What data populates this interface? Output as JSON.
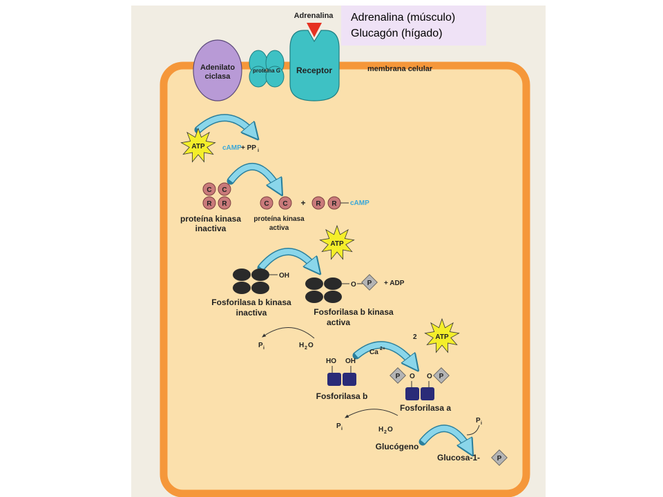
{
  "colors": {
    "membrane": "#f5973a",
    "cytoplasm": "#fbe0ac",
    "panel_background": "#f1ede3",
    "adenylate_cyclase": "#b89ad6",
    "receptor": "#3ec1c4",
    "adrenaline_marker": "#e63222",
    "arrow": "#8ad6ea",
    "pka": "#c97a7a",
    "kinase": "#2a2a2a",
    "phosphorylase": "#2a2b78",
    "atp_star": "#f4ee2a",
    "phosphate": "#b4b4b4",
    "camp_text": "#3aa7d8",
    "legend_background": "#efe2f6"
  },
  "legend": {
    "line1": "Adrenalina (músculo)",
    "line2": "Glucagón (hígado)"
  },
  "membrane_proteins": {
    "adenylate_cyclase_line1": "Adenilato",
    "adenylate_cyclase_line2": "ciclasa",
    "g_protein": "proteína G",
    "receptor": "Receptor",
    "adrenaline": "Adrenalina",
    "membrane_label": "membrana celular"
  },
  "step_camp": {
    "atp": "ATP",
    "camp": "cAMP",
    "plus_ppi": "+ PP",
    "ppi_sub": "i"
  },
  "step_pka": {
    "c": "C",
    "r": "R",
    "inactive_line1": "proteína kinasa",
    "inactive_line2": "inactiva",
    "active_line1": "proteína kinasa",
    "active_line2": "activa",
    "plus": "+",
    "camp": "cAMP"
  },
  "step_kinase": {
    "atp": "ATP",
    "oh": "OH",
    "o": "O",
    "p": "P",
    "plus_adp": "+ ADP",
    "inactive_line1": "Fosforilasa b kinasa",
    "inactive_line2": "inactiva",
    "active_line1": "Fosforilasa b kinasa",
    "active_line2": "activa",
    "pi": "P",
    "pi_sub": "i",
    "h2o_h": "H",
    "h2o_2": "2",
    "h2o_o": "O"
  },
  "step_phosphorylase": {
    "atp": "ATP",
    "two": "2",
    "ca": "Ca",
    "ca_sup": "2+",
    "ho": "HO",
    "oh": "OH",
    "o": "O",
    "p": "P",
    "b_label": "Fosforilasa b",
    "a_label": "Fosforilasa a",
    "pi": "P",
    "pi_sub": "i",
    "h2o_h": "H",
    "h2o_2": "2",
    "h2o_o": "O"
  },
  "step_glycogen": {
    "pi": "P",
    "pi_sub": "i",
    "glycogen": "Glucógeno",
    "g1p": "Glucosa-1-",
    "p": "P"
  }
}
